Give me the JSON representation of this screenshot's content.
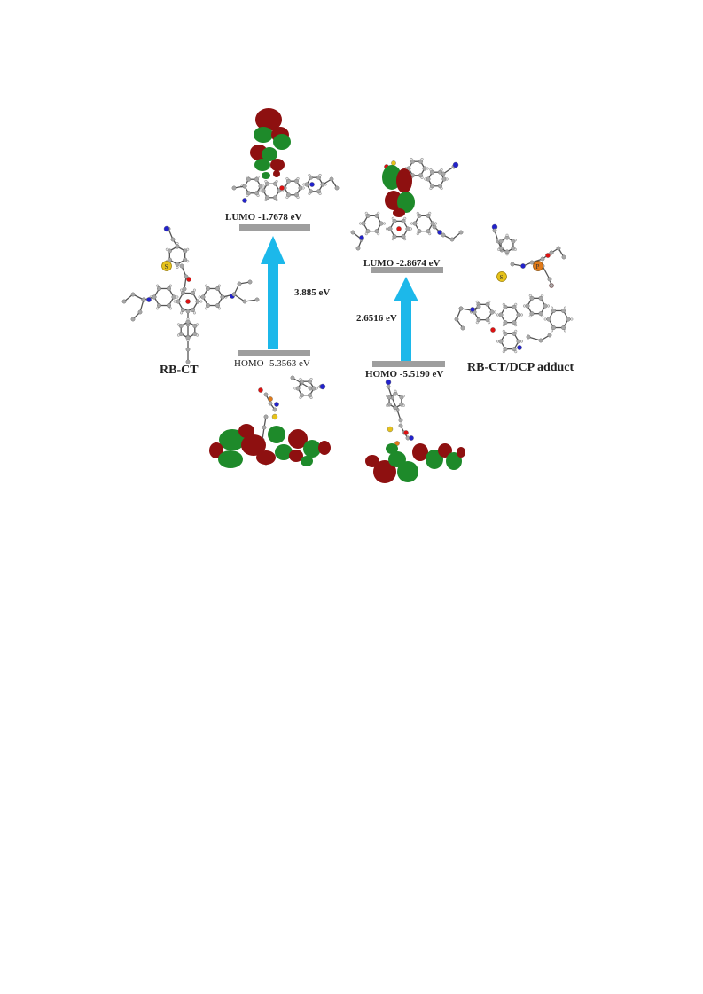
{
  "diagram": {
    "left": {
      "molecule_label": "RB-CT",
      "lumo_label": "LUMO -1.7678 eV",
      "homo_label": "HOMO -5.3563 eV",
      "gap_label": "3.885 eV"
    },
    "right": {
      "molecule_label": "RB-CT/DCP adduct",
      "lumo_label": "LUMO -2.8674 eV",
      "homo_label": "HOMO -5.5190 eV",
      "gap_label": "2.6516 eV"
    },
    "atom_labels": {
      "sulfur": "S",
      "phosphorus": "P"
    }
  },
  "colors": {
    "arrow": "#1cb8ea",
    "level_bar": "#9e9e9e",
    "orbital_red": "#8e1010",
    "orbital_green": "#1e8a2a",
    "carbon": "#a8a8a8",
    "hydrogen": "#e6e6e6",
    "nitrogen": "#2222cc",
    "oxygen": "#dd1111",
    "sulfur": "#e6c21a",
    "phosphorus": "#e07a1a",
    "bond": "#555555"
  }
}
